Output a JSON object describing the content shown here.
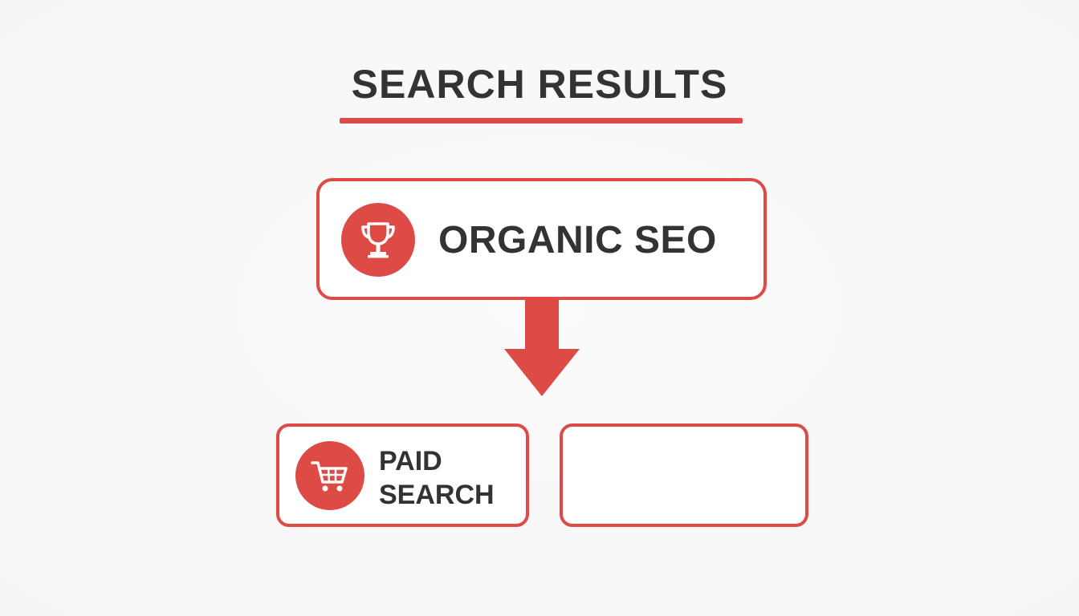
{
  "title": "SEARCH RESULTS",
  "colors": {
    "accent": "#de4a46",
    "text": "#333333",
    "background": "#f7f7f7",
    "box_fill": "#ffffff"
  },
  "organic": {
    "label": "ORGANIC SEO",
    "icon": "trophy-icon"
  },
  "paid": {
    "label_line1": "PAID",
    "label_line2": "SEARCH",
    "icon": "shopping-cart-icon"
  },
  "arrow": {
    "direction": "down"
  }
}
